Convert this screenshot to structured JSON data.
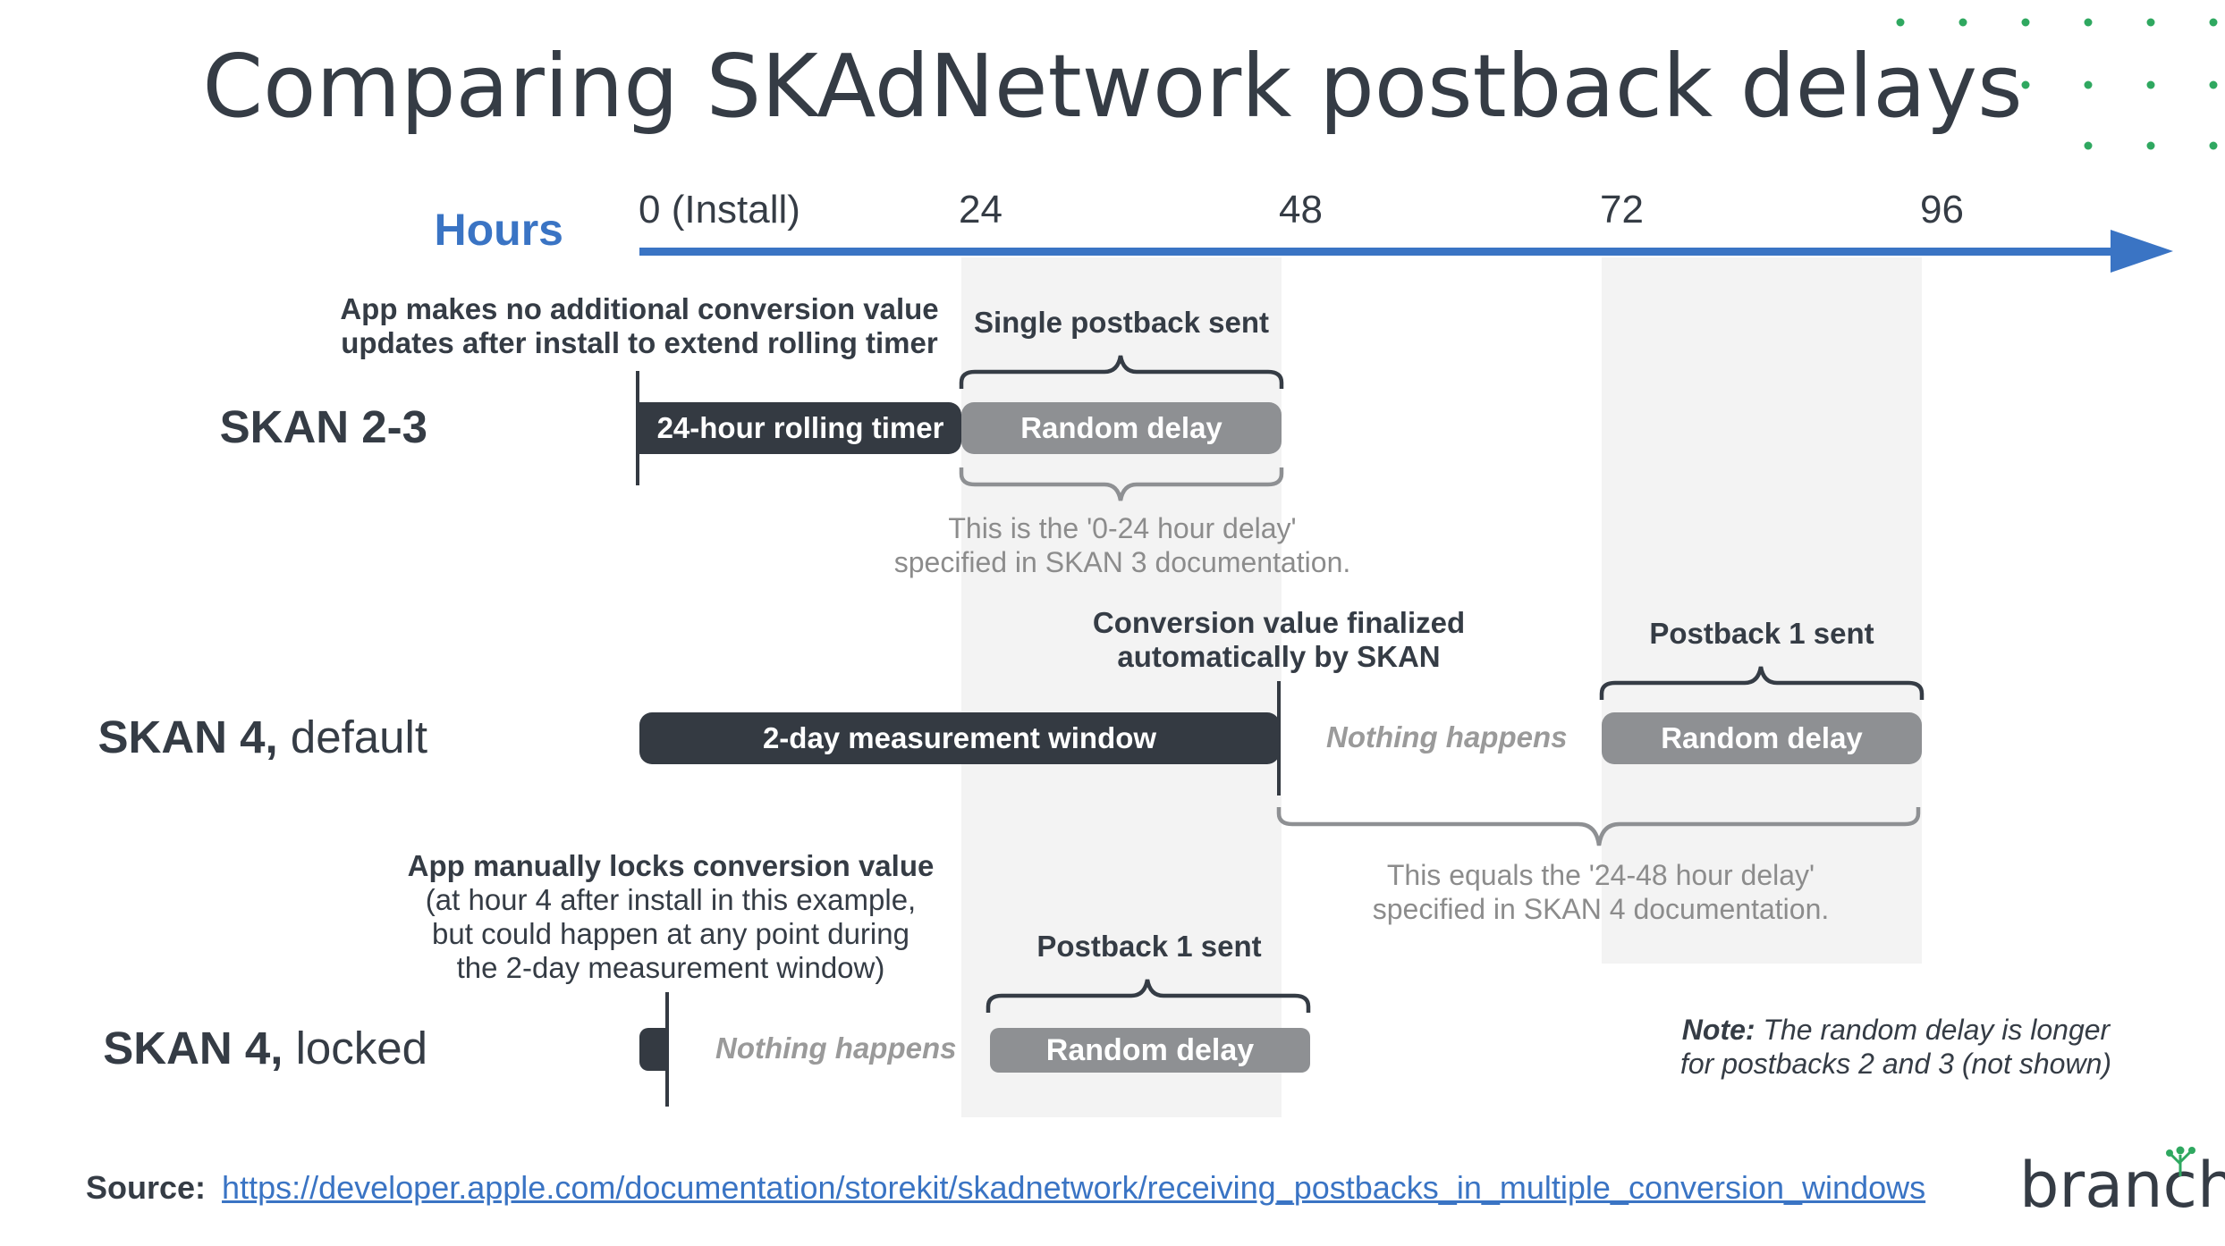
{
  "title": "Comparing SKAdNetwork postback delays",
  "axis": {
    "label": "Hours",
    "ticks": [
      "0 (Install)",
      "24",
      "48",
      "72",
      "96"
    ]
  },
  "rows": [
    {
      "label_bold": "SKAN 2-3",
      "label_rest": "",
      "top_note": [
        "App makes no additional conversion value",
        "updates after install to extend rolling timer"
      ],
      "timer_bar": "24-hour rolling timer",
      "sent_label": "Single postback sent",
      "delay_bar": "Random delay",
      "explain": [
        "This is the '0-24 hour delay'",
        "specified in SKAN 3 documentation."
      ]
    },
    {
      "label_bold": "SKAN 4,",
      "label_rest": " default",
      "top_note": [
        "Conversion value finalized",
        "automatically by SKAN"
      ],
      "window_bar": "2-day measurement window",
      "nothing": "Nothing happens",
      "sent_label": "Postback 1 sent",
      "delay_bar": "Random delay",
      "explain": [
        "This equals the '24-48 hour delay'",
        "specified in SKAN 4 documentation."
      ]
    },
    {
      "label_bold": "SKAN 4,",
      "label_rest": " locked",
      "note_head": "App manually locks conversion value",
      "note_lines": [
        "(at hour 4 after install in this example,",
        "but could happen at any point during",
        "the 2-day measurement window)"
      ],
      "nothing": "Nothing happens",
      "sent_label": "Postback 1 sent",
      "delay_bar": "Random delay"
    }
  ],
  "footnote": {
    "head": "Note:",
    "line1": " The random delay is longer",
    "line2": "for postbacks 2 and 3 (not shown)"
  },
  "source": {
    "label": "Source:",
    "url": "https://developer.apple.com/documentation/storekit/skadnetwork/receiving_postbacks_in_multiple_conversion_windows"
  },
  "logo": "branch",
  "colors": {
    "axis": "#3a74c4",
    "dark_bar": "#343a42",
    "gray_bar": "#8e9093",
    "shade": "#f3f3f3",
    "dots": "#2fa860"
  }
}
